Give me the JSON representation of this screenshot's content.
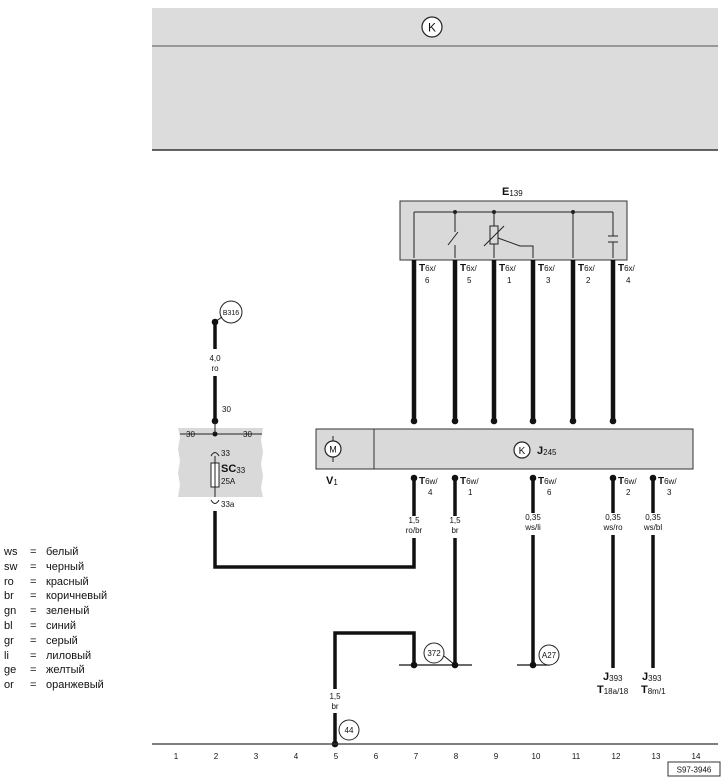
{
  "header": {
    "symbol": "K"
  },
  "components": {
    "e139": {
      "name": "E",
      "sub": "139"
    },
    "j245": {
      "name": "J",
      "sub": "245",
      "symbol": "K"
    },
    "v1": {
      "name": "V",
      "sub": "1",
      "motor": "M"
    },
    "sc33": {
      "name": "SC",
      "sub": "33",
      "rating": "25A",
      "pin_in": "33",
      "pin_out": "33a",
      "bus_left": "30",
      "bus_right": "30"
    },
    "j393a": {
      "name": "J",
      "sub": "393",
      "conn": "T",
      "conn_sub": "18a/18"
    },
    "j393b": {
      "name": "J",
      "sub": "393",
      "conn": "T",
      "conn_sub": "8m/1"
    }
  },
  "t6x": [
    {
      "pin": "T",
      "sub": "6x/",
      "num": "6"
    },
    {
      "pin": "T",
      "sub": "6x/",
      "num": "5"
    },
    {
      "pin": "T",
      "sub": "6x/",
      "num": "1"
    },
    {
      "pin": "T",
      "sub": "6x/",
      "num": "3"
    },
    {
      "pin": "T",
      "sub": "6x/",
      "num": "2"
    },
    {
      "pin": "T",
      "sub": "6x/",
      "num": "4"
    }
  ],
  "t6w": [
    {
      "pin": "T",
      "sub": "6w/",
      "num": "4",
      "size": "1,5",
      "color": "ro/br"
    },
    {
      "pin": "T",
      "sub": "6w/",
      "num": "1",
      "size": "1,5",
      "color": "br"
    },
    {
      "pin": "T",
      "sub": "6w/",
      "num": "6",
      "size": "0,35",
      "color": "ws/li"
    },
    {
      "pin": "T",
      "sub": "6w/",
      "num": "2",
      "size": "0,35",
      "color": "ws/ro"
    },
    {
      "pin": "T",
      "sub": "6w/",
      "num": "3",
      "size": "0,35",
      "color": "ws/bl"
    }
  ],
  "wires": {
    "feed": {
      "size": "4,0",
      "color": "ro",
      "terminal": "30"
    },
    "ground": {
      "size": "1,5",
      "color": "br"
    }
  },
  "connectors": {
    "b316": "B316",
    "c372": "372",
    "a27": "A27",
    "c44": "44"
  },
  "ruler": [
    "1",
    "2",
    "3",
    "4",
    "5",
    "6",
    "7",
    "8",
    "9",
    "10",
    "11",
    "12",
    "13",
    "14"
  ],
  "drawing_number": "S97-3946",
  "legend": [
    {
      "code": "ws",
      "eq": "=",
      "text": "белый"
    },
    {
      "code": "sw",
      "eq": "=",
      "text": "черный"
    },
    {
      "code": "ro",
      "eq": "=",
      "text": "красный"
    },
    {
      "code": "br",
      "eq": "=",
      "text": "коричневый"
    },
    {
      "code": "gn",
      "eq": "=",
      "text": "зеленый"
    },
    {
      "code": "bl",
      "eq": "=",
      "text": "синий"
    },
    {
      "code": "gr",
      "eq": "=",
      "text": "серый"
    },
    {
      "code": "li",
      "eq": "=",
      "text": "лиловый"
    },
    {
      "code": "ge",
      "eq": "=",
      "text": "желтый"
    },
    {
      "code": "or",
      "eq": "=",
      "text": "оранжевый"
    }
  ]
}
